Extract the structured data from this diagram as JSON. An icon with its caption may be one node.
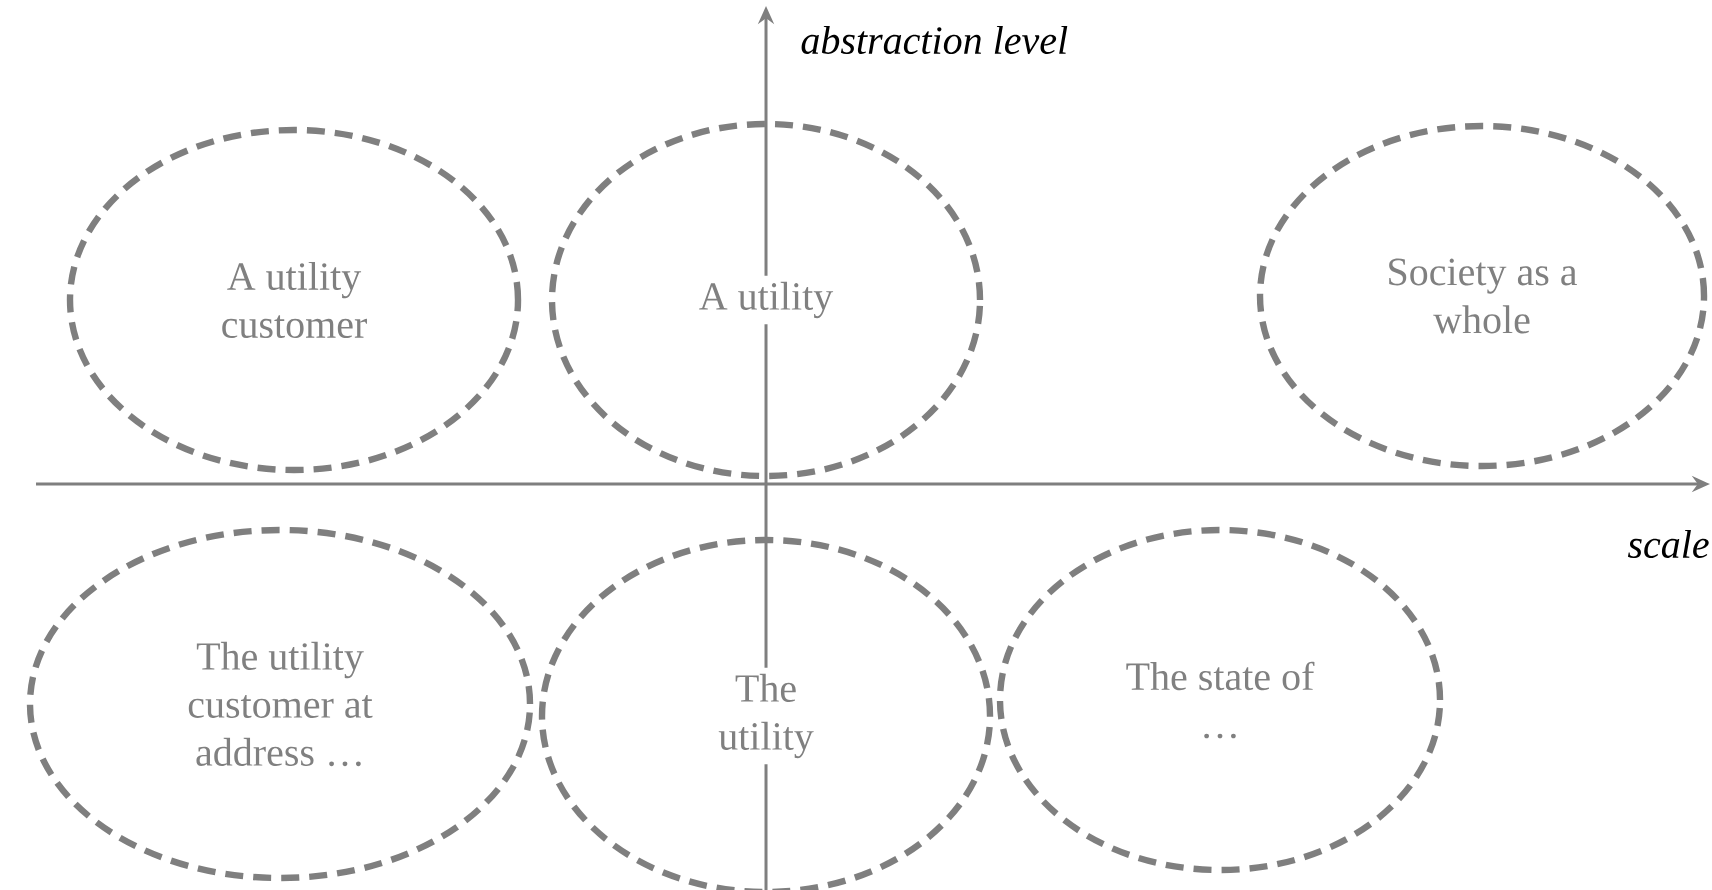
{
  "diagram": {
    "nodes": [
      {
        "text": [
          "A utility customer"
        ]
      },
      {
        "text": [
          "A utility"
        ]
      },
      {
        "text": [
          "Society as a whole"
        ]
      },
      {
        "text": [
          "The utility customer at address …"
        ]
      },
      {
        "text": [
          "The utility"
        ]
      },
      {
        "text": [
          "The state of …"
        ]
      }
    ],
    "labels": [
      "abstraction level",
      "scale"
    ]
  }
}
